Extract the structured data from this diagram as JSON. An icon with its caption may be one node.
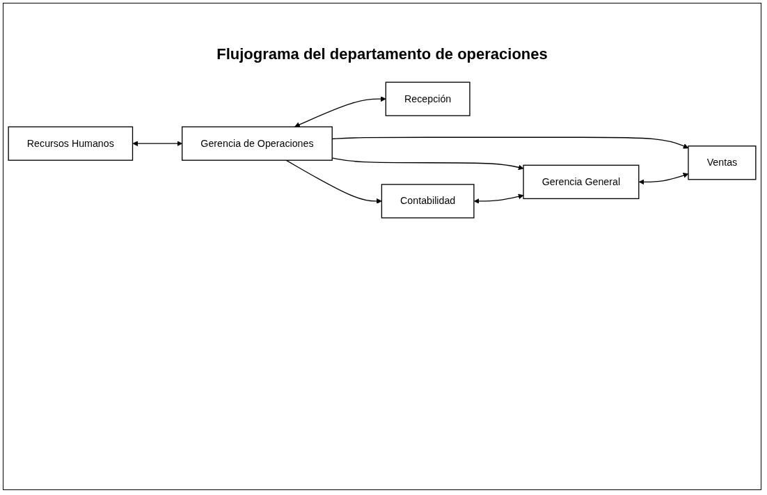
{
  "diagram": {
    "title": "Flujograma del departamento de operaciones",
    "nodes": [
      {
        "text": [
          "Recursos Humanos"
        ]
      },
      {
        "text": [
          "Gerencia de Operaciones"
        ]
      },
      {
        "text": [
          "Recepción"
        ]
      },
      {
        "text": [
          "Contabilidad"
        ]
      },
      {
        "text": [
          "Gerencia General"
        ]
      },
      {
        "text": [
          "Ventas"
        ]
      }
    ],
    "edges": [
      {
        "from": 0,
        "to": 1,
        "arrow": "both"
      },
      {
        "from": 1,
        "to": 2,
        "arrow": "both"
      },
      {
        "from": 1,
        "to": 3,
        "arrow": "to"
      },
      {
        "from": 1,
        "to": 4,
        "arrow": "to"
      },
      {
        "from": 1,
        "to": 5,
        "arrow": "to"
      },
      {
        "from": 3,
        "to": 4,
        "arrow": "both"
      },
      {
        "from": 4,
        "to": 5,
        "arrow": "both"
      }
    ]
  }
}
